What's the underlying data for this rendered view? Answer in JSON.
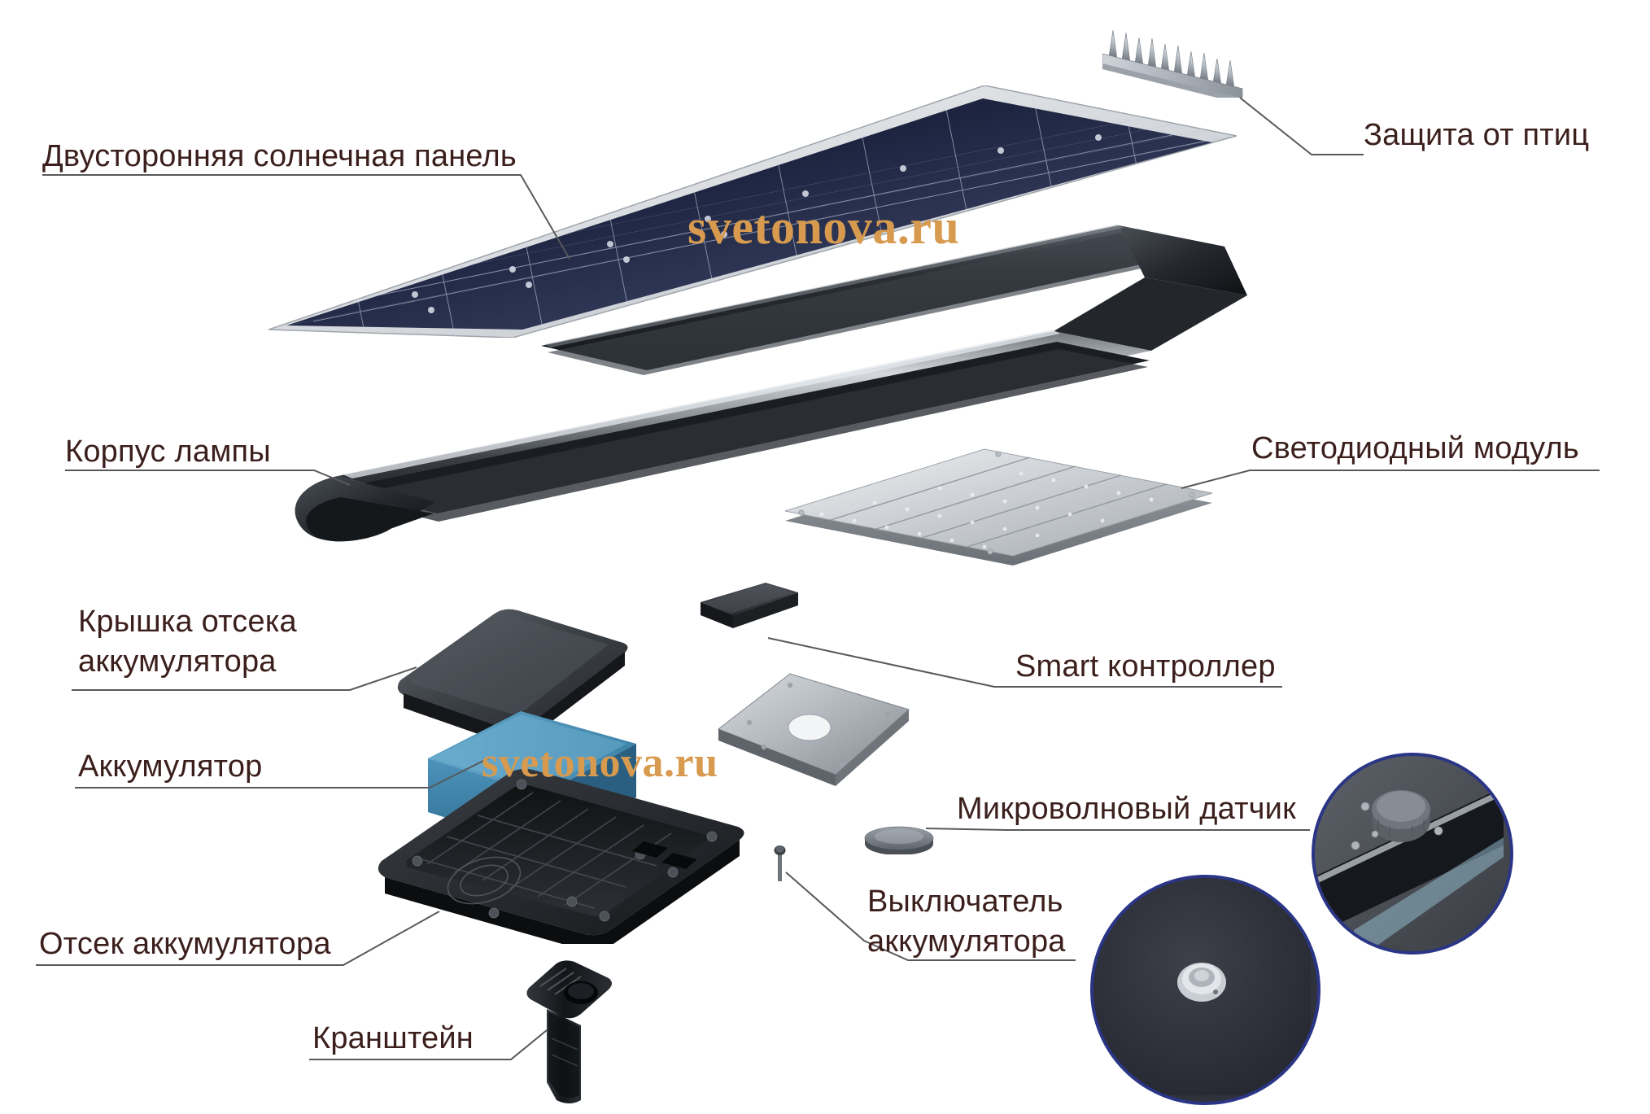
{
  "diagram": {
    "title": "Exploded view of an all-in-one solar street light",
    "background_color": "#ffffff",
    "label_color": "#3b1f1c",
    "accent_color": "#2b3586",
    "watermark_color": "#d79a4e",
    "battery_color": "#4a8fb5"
  },
  "watermarks": [
    {
      "text": "svetonova.ru"
    },
    {
      "text": "svetonova.ru"
    }
  ],
  "callouts": [
    {
      "id": "solar-panel",
      "label": "Двусторонняя солнечная панель",
      "side": "left"
    },
    {
      "id": "bird-protection",
      "label": "Защита от птиц",
      "side": "right"
    },
    {
      "id": "lamp-housing",
      "label": "Корпус лампы",
      "side": "left"
    },
    {
      "id": "led-module",
      "label": "Светодиодный модуль",
      "side": "right"
    },
    {
      "id": "battery-cover",
      "label": "Крышка отсека\nаккумулятора",
      "side": "left"
    },
    {
      "id": "battery",
      "label": "Аккумулятор",
      "side": "left"
    },
    {
      "id": "battery-bay",
      "label": "Отсек аккумулятора",
      "side": "left"
    },
    {
      "id": "bracket",
      "label": "Кранштейн",
      "side": "left"
    },
    {
      "id": "smart-controller",
      "label": "Smart контроллер",
      "side": "right"
    },
    {
      "id": "microwave-sensor",
      "label": "Микроволновый датчик",
      "side": "right"
    },
    {
      "id": "battery-switch",
      "label": "Выключатель\nаккумулятора",
      "side": "right"
    }
  ],
  "insets": [
    {
      "id": "battery-switch-inset",
      "depicts": "battery switch button close-up"
    },
    {
      "id": "microwave-sensor-inset",
      "depicts": "microwave sensor dome close-up"
    }
  ]
}
